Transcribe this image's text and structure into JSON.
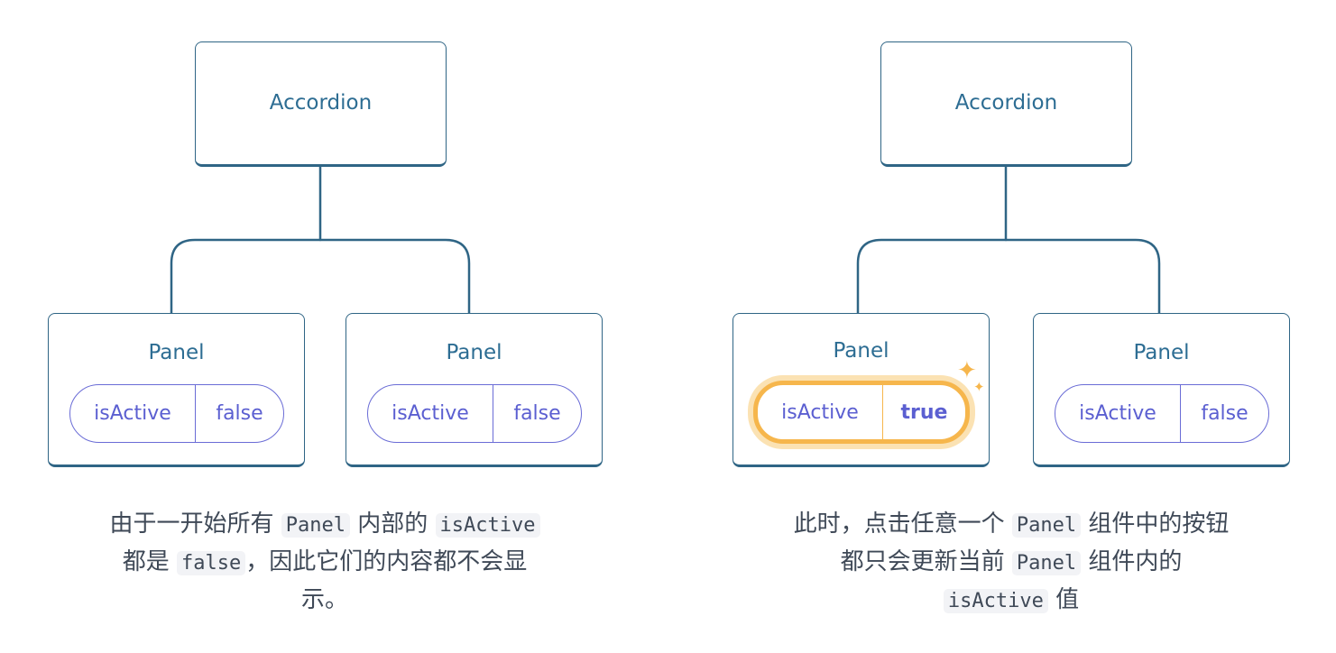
{
  "colors": {
    "box_border": "#2f6585",
    "title_text": "#2d6d93",
    "pill_border": "#6a6cd6",
    "pill_text": "#5b5fd1",
    "active_highlight": "#f6b64c",
    "caption_text": "#3f4957"
  },
  "left_tree": {
    "root_label": "Accordion",
    "panels": [
      {
        "label": "Panel",
        "state_key": "isActive",
        "state_value": "false",
        "active": false
      },
      {
        "label": "Panel",
        "state_key": "isActive",
        "state_value": "false",
        "active": false
      }
    ],
    "caption": {
      "line1": {
        "pre": "由于一开始所有",
        "code1": "Panel",
        "mid": "内部的",
        "code2": "isActive"
      },
      "line2": {
        "pre": "都是",
        "code": "false",
        "post": "，因此它们的内容都不会显"
      },
      "line3": "示。"
    }
  },
  "right_tree": {
    "root_label": "Accordion",
    "panels": [
      {
        "label": "Panel",
        "state_key": "isActive",
        "state_value": "true",
        "active": true,
        "icon": "sparkle-icon"
      },
      {
        "label": "Panel",
        "state_key": "isActive",
        "state_value": "false",
        "active": false
      }
    ],
    "caption": {
      "line1": {
        "pre": "此时，点击任意一个",
        "code": "Panel",
        "post": "组件中的按钮"
      },
      "line2": {
        "pre": "都只会更新当前",
        "code": "Panel",
        "post": "组件内的"
      },
      "line3": {
        "code": "isActive",
        "post": "值"
      }
    }
  }
}
